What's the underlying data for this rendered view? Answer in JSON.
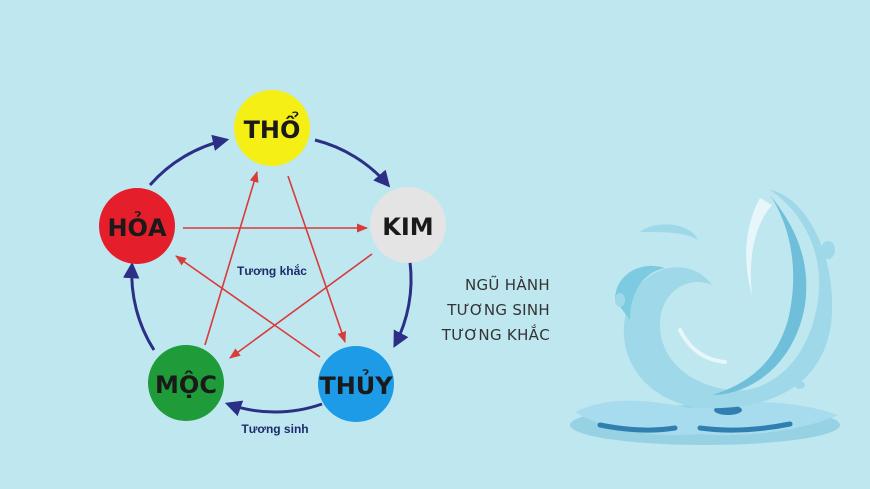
{
  "elements": [
    {
      "id": "tho",
      "label": "THỔ",
      "color": "#f5ef15"
    },
    {
      "id": "kim",
      "label": "KIM",
      "color": "#e4e4e4"
    },
    {
      "id": "thuy",
      "label": "THỦY",
      "color": "#1d9be6"
    },
    {
      "id": "moc",
      "label": "MỘC",
      "color": "#1f9b3a"
    },
    {
      "id": "hoa",
      "label": "HỎA",
      "color": "#e41e2a"
    }
  ],
  "cycle_label": "Tương sinh",
  "star_label": "Tương khắc",
  "side_title": [
    "NGŨ HÀNH",
    "TƯƠNG SINH",
    "TƯƠNG KHẮC"
  ],
  "colors": {
    "background": "#bfe7f0",
    "cycle_stroke": "#2c2f86",
    "star_stroke": "#d93a3a",
    "water_light": "#9fd8e8",
    "water_dark": "#2f7fb0"
  },
  "icons": [
    "water-splash-illustration"
  ]
}
